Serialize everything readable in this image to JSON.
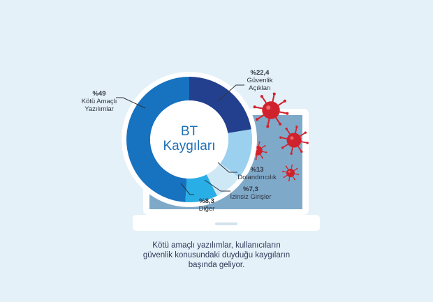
{
  "chart_data": {
    "type": "pie",
    "title": "BT Kaygıları",
    "title_lines": [
      "BT",
      "Kaygıları"
    ],
    "categories": [
      "Kötü Amaçlı Yazılımlar",
      "Güvenlik Açıkları",
      "Dolandırıcılık",
      "İzinsiz Girişler",
      "Diğer"
    ],
    "values": [
      49,
      22.4,
      13,
      7.3,
      8.3
    ],
    "display": {
      "malware": {
        "value": "%49",
        "lines": [
          "Kötü Amaçlı",
          "Yazılımlar"
        ]
      },
      "security": {
        "value": "%22,4",
        "lines": [
          "Güvenlik",
          "Açıkları"
        ]
      },
      "fraud": {
        "value": "%13",
        "lines": [
          "Dolandırıcılık"
        ]
      },
      "intrusion": {
        "value": "%7,3",
        "lines": [
          "İzinsiz Girişler"
        ]
      },
      "other": {
        "value": "%8,3",
        "lines": [
          "Diğer"
        ]
      }
    },
    "colors": {
      "malware": "#1772c0",
      "security": "#23408e",
      "fraud": "#9bd0ef",
      "intrusion": "#cfe8f5",
      "other": "#29aee6"
    },
    "legend": "none"
  },
  "caption": {
    "line1": "Kötü amaçlı yazılımlar, kullanıcıların",
    "line2": "güvenlik konusundaki duyduğu kaygıların",
    "line3": "başında geliyor."
  },
  "colors": {
    "background": "#e4f1f8",
    "laptop_frame": "#ffffff",
    "laptop_screen": "#7fa9c9",
    "bug": "#d0222c"
  },
  "icons": [
    "laptop-icon",
    "virus-bug-icon"
  ]
}
